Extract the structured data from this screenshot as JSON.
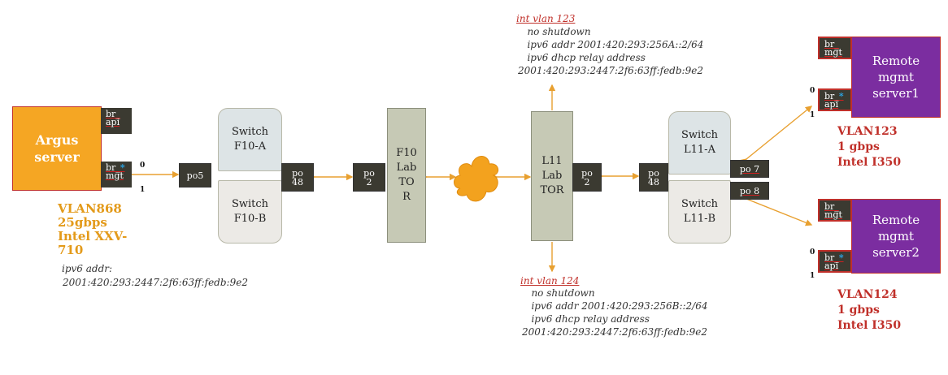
{
  "argus": {
    "title": "Argus\nserver",
    "iface_api": [
      "br_",
      "api"
    ],
    "iface_mgt": [
      "br_",
      "mgt"
    ],
    "port0": "0",
    "port1": "1",
    "label": "VLAN868\n25gbps\nIntel XXV-\n710",
    "ipv6_head": "ipv6 addr:",
    "ipv6_addr": "2001:420:293:2447:2f6:63ff:fedb:9e2"
  },
  "port_channels": {
    "po5": "po5",
    "po48_left": "po\n48",
    "po2_left": "po\n2",
    "po2_right": "po\n2",
    "po48_right": "po\n48",
    "po7": "po 7",
    "po8": "po 8"
  },
  "switches": {
    "f10a": "Switch\nF10-A",
    "f10b": "Switch\nF10-B",
    "l11a": "Switch\nL11-A",
    "l11b": "Switch\nL11-B"
  },
  "tors": {
    "f10": "F10\nLab\nTO\nR",
    "l11": "L11\nLab\nTOR"
  },
  "vlan123_config": {
    "head": "int vlan 123",
    "body": "   no shutdown\n   ipv6 addr 2001:420:293:256A::2/64\n   ipv6 dhcp relay address\n2001:420:293:2447:2f6:63ff:fedb:9e2"
  },
  "vlan124_config": {
    "head": "int vlan 124",
    "body": "   no shutdown\n   ipv6 addr 2001:420:293:256B::2/64\n   ipv6 dhcp relay address\n2001:420:293:2447:2f6:63ff:fedb:9e2"
  },
  "remote1": {
    "title": "Remote\nmgmt\nserver1",
    "iface_mgt": [
      "br_",
      "mgt"
    ],
    "iface_api": [
      "br_",
      "api"
    ],
    "port0": "0",
    "port1": "1",
    "label": "VLAN123\n1 gbps\nIntel I350"
  },
  "remote2": {
    "title": "Remote\nmgmt\nserver2",
    "iface_mgt": [
      "br_",
      "mgt"
    ],
    "iface_api": [
      "br_",
      "api"
    ],
    "port0": "0",
    "port1": "1",
    "label": "VLAN124\n1 gbps\nIntel I350"
  },
  "colors": {
    "argus": "#f5a623",
    "remote": "#7b2da0",
    "link": "#e8a030",
    "border_red": "#c0302a",
    "tor": "#c6c9b5",
    "switch_a": "#dde4e6",
    "switch_b": "#eceae6"
  }
}
